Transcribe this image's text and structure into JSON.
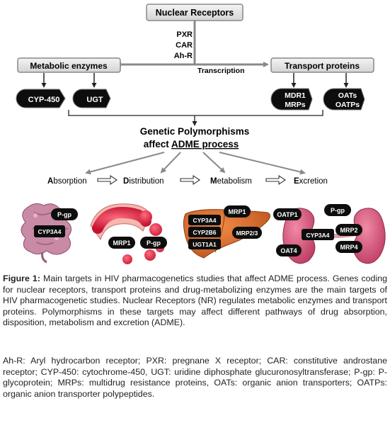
{
  "nodes": {
    "nuclear_receptors": "Nuclear Receptors",
    "metabolic_enzymes": "Metabolic enzymes",
    "transport_proteins": "Transport proteins",
    "receptor_list": [
      "PXR",
      "CAR",
      "Ah-R"
    ],
    "transcription": "Transcription",
    "cyp450": "CYP-450",
    "ugt": "UGT",
    "mdr1_line1": "MDR1",
    "mdr1_line2": "MRPs",
    "oats_line1": "OATs",
    "oats_line2": "OATPs"
  },
  "polymorphism": {
    "line1": "Genetic Polymorphisms",
    "line2_prefix": "affect ",
    "line2_underlined": "ADME process"
  },
  "adme": {
    "absorption_initial": "A",
    "absorption_rest": "bsorption",
    "distribution_initial": "D",
    "distribution_rest": "istribution",
    "metabolism_initial": "M",
    "metabolism_rest": "etabolism",
    "excretion_initial": "E",
    "excretion_rest": "xcretion"
  },
  "organ_labels": {
    "intestine_pgp": "P-gp",
    "intestine_cyp3a4": "CYP3A4",
    "vessel_mrp1": "MRP1",
    "vessel_pgp": "P-gp",
    "liver_cyp3a4": "CYP3A4",
    "liver_cyp2b6": "CYP2B6",
    "liver_ugt1a1": "UGT1A1",
    "liver_mrp1": "MRP1",
    "liver_mrp23": "MRP2/3",
    "kidney_oatp1": "OATP1",
    "kidney_pgp": "P-gp",
    "kidney_cyp3a4": "CYP3A4",
    "kidney_mrp2": "MRP2",
    "kidney_oat4": "OAT4",
    "kidney_mrp4": "MRP4"
  },
  "caption": {
    "figure_label": "Figure 1:",
    "figure_text": " Main targets in HIV pharmacogenetics studies that affect ADME process. Genes coding for nuclear receptors, transport proteins and drug-metabolizing enzymes are the main targets of HIV pharmacogenetic studies. Nuclear Receptors (NR) regulates metabolic enzymes and transport proteins. Polymorphisms in these targets may affect different pathways of drug absorption, disposition, metabolism and excretion (ADME).",
    "abbreviations": "Ah-R: Aryl hydrocarbon receptor; PXR: pregnane X receptor; CAR: constitutive androstane receptor; CYP-450: cytochrome-450, UGT: uridine diphosphate glucuronosyltransferase; P-gp: P-glycoprotein; MRPs: multidrug resistance proteins, OATs: organic anion transporters; OATPs: organic anion transporter polypeptides."
  },
  "colors": {
    "box_fill": "#e6e6e6",
    "arrow": "#8a8a8a",
    "pill": "#0d0d0d",
    "intestine": "#c98aa6",
    "vessel": "#e23b57",
    "liver": "#d9662a",
    "kidney": "#d8567c"
  }
}
